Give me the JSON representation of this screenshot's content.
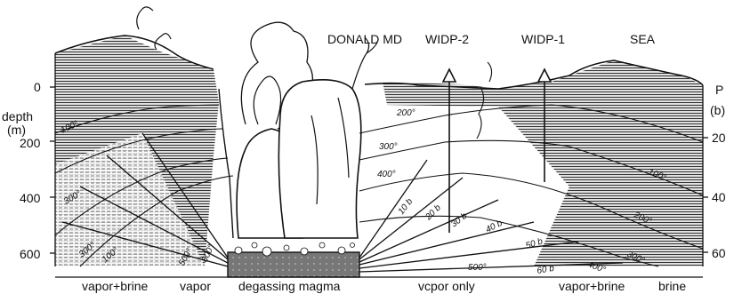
{
  "titles": {
    "donald_md": "DONALD MD",
    "widp2": "WIDP-2",
    "widp1": "WIDP-1",
    "sea": "SEA"
  },
  "left_axis": {
    "title_line1": "depth",
    "title_line2": "(m)",
    "ticks": [
      "0",
      "200",
      "400",
      "600"
    ]
  },
  "right_axis": {
    "title_line1": "P",
    "title_line2": "(b)",
    "ticks": [
      "20",
      "40",
      "60"
    ]
  },
  "bottom_labels": {
    "vapor_brine_left": "vapor+brine",
    "vapor": "vapor",
    "degassing_magma": "degassing magma",
    "vapor_only": "vcpor only",
    "vapor_brine_right": "vapor+brine",
    "brine": "brine"
  },
  "isotherms": {
    "t200": "200°",
    "t300": "300°",
    "t400": "400°",
    "t500": "500°",
    "t500_left": "500°",
    "t600_left": "600°",
    "t100_left": "100°",
    "t300_left": "300°",
    "t300_lower_left": "300°",
    "t100_lower_left": "100°",
    "t100_right": "100°",
    "t200_right": "200°",
    "t300_right": "300°",
    "t400_right": "400°"
  },
  "isobars": {
    "b10": "10 b",
    "b20": "20 b",
    "b30": "30 b",
    "b40": "40 b",
    "b50": "50 b",
    "b60": "60 b"
  },
  "colors": {
    "ink": "#111111",
    "magma_fill": "#777777"
  }
}
